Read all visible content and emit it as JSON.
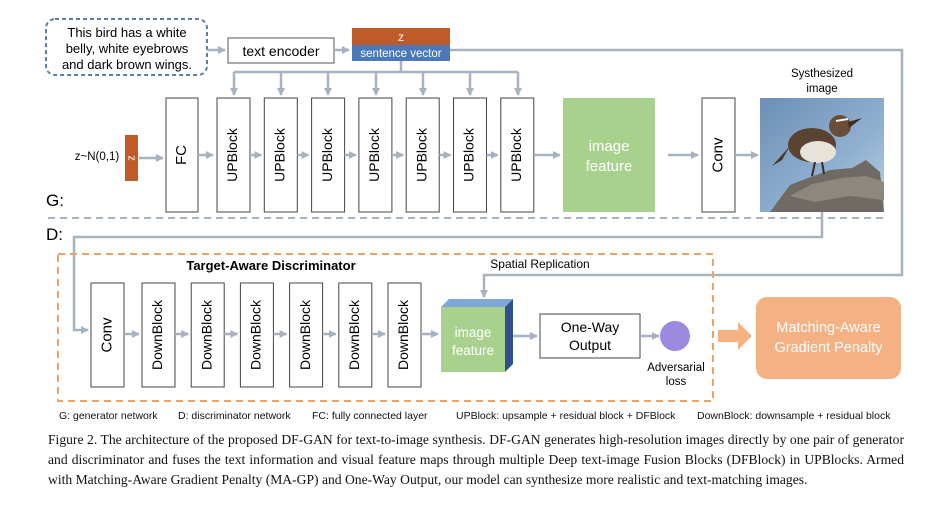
{
  "generator": {
    "text_prompt": [
      "This bird has a white",
      "belly, white eyebrows",
      "and dark brown wings."
    ],
    "text_encoder_label": "text encoder",
    "sentence_vector_z": "z",
    "sentence_vector_label": "sentence vector",
    "noise_label": "z~N(0,1)",
    "noise_z": "z",
    "fc_label": "FC",
    "upblocks": [
      "UPBlock",
      "UPBlock",
      "UPBlock",
      "UPBlock",
      "UPBlock",
      "UPBlock",
      "UPBlock"
    ],
    "image_feature": [
      "image",
      "feature"
    ],
    "conv_label": "Conv",
    "output_title": [
      "Systhesized",
      "image"
    ],
    "g_label": "G:"
  },
  "discriminator": {
    "d_label": "D:",
    "title": "Target-Aware Discriminator",
    "conv_label": "Conv",
    "downblocks": [
      "DownBlock",
      "DownBlock",
      "DownBlock",
      "DownBlock",
      "DownBlock",
      "DownBlock"
    ],
    "spatial_replication": "Spatial Replication",
    "image_feature": [
      "image",
      "feature"
    ],
    "one_way_output": [
      "One-Way",
      "Output"
    ],
    "adversarial_loss": [
      "Adversarial",
      "loss"
    ],
    "ma_gp": [
      "Matching-Aware",
      "Gradient Penalty"
    ]
  },
  "legend": {
    "g": "G: generator network",
    "d": "D: discriminator network",
    "fc": "FC: fully connected layer",
    "up": "UPBlock: upsample + residual block + DFBlock",
    "down": "DownBlock: downsample + residual block"
  },
  "caption": "Figure 2. The architecture of the proposed DF-GAN for text-to-image synthesis. DF-GAN generates high-resolution images directly by one pair of generator and discriminator and fuses the text information and visual feature maps through multiple Deep text-image Fusion Blocks (DFBlock) in UPBlocks. Armed with Matching-Aware Gradient Penalty (MA-GP) and One-Way Output, our model can synthesize more realistic and text-matching images.",
  "colors": {
    "noise_orange": "#c05a28",
    "sentence_blue": "#4a78b8",
    "feature_green": "#a9d18e",
    "feature_side_blue": "#2f4f8f",
    "arrow_gray": "#a7b2c0",
    "dashed_orange": "#e8a56a",
    "magp_fill": "#f4b183",
    "loss_purple": "#9b8ae0"
  }
}
